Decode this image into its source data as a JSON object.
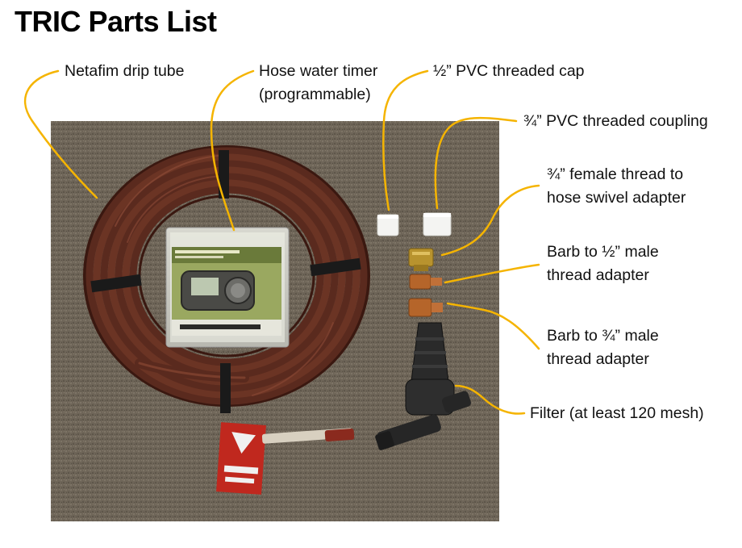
{
  "title": "TRIC Parts List",
  "labels": {
    "drip_tube": "Netafim drip tube",
    "timer_line1": "Hose water timer",
    "timer_line2": "(programmable)",
    "pvc_cap": "½” PVC threaded cap",
    "pvc_coupling": "¾” PVC threaded coupling",
    "swivel_line1": "¾” female thread to",
    "swivel_line2": "hose swivel adapter",
    "barb_half_line1": "Barb to ½” male",
    "barb_half_line2": "thread adapter",
    "barb_three_q_line1": "Barb to ¾” male",
    "barb_three_q_line2": "thread adapter",
    "filter": "Filter (at least 120 mesh)"
  },
  "colors": {
    "callout": "#f5b400",
    "carpet": "#6e6558",
    "tube": "#5a2a1e"
  }
}
